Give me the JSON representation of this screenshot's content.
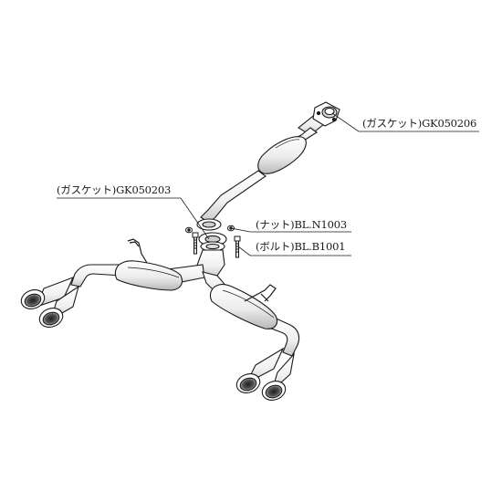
{
  "parts": {
    "gasket_front": "(ガスケット)GK050206",
    "gasket_mid": "(ガスケット)GK050203",
    "nut": "(ナット)BL.N1003",
    "bolt": "(ボルト)BL.B1001"
  },
  "colors": {
    "line": "#1a1a1a",
    "pipe_fill": "#ffffff",
    "shade": "#d8d8d8",
    "tip_inner": "#3a3a3a"
  }
}
